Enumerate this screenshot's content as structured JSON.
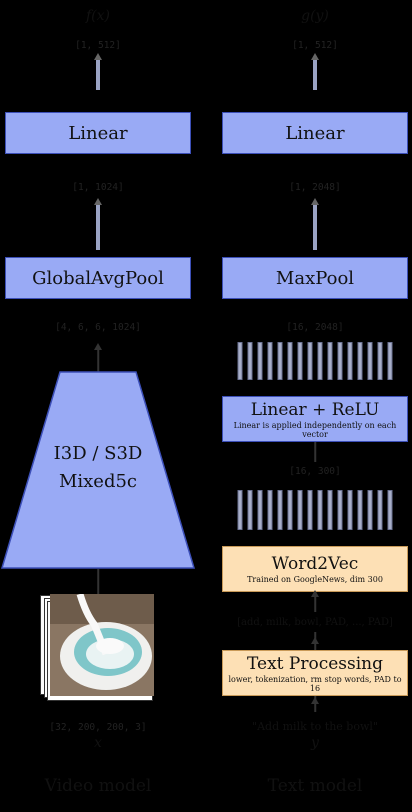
{
  "video_model": {
    "output_fn": "f(x)",
    "output_shape": "[1, 512]",
    "linear_label": "Linear",
    "after_pool_shape": "[1, 1024]",
    "pool_label": "GlobalAvgPool",
    "backbone_out_shape": "[4, 6, 6, 1024]",
    "backbone_line1": "I3D / S3D",
    "backbone_line2": "Mixed5c",
    "input_shape": "[32, 200, 200, 3]",
    "input_var": "x",
    "footer": "Video model"
  },
  "text_model": {
    "output_fn": "g(y)",
    "output_shape": "[1, 512]",
    "linear_label": "Linear",
    "after_pool_shape": "[1, 2048]",
    "pool_label": "MaxPool",
    "after_relu_shape": "[16, 2048]",
    "relu_label": "Linear + ReLU",
    "relu_sub": "Linear is applied independently on each vector",
    "w2v_shape": "[16, 300]",
    "w2v_label": "Word2Vec",
    "w2v_sub": "Trained on GoogleNews, dim 300",
    "tokens": "[add, milk, bowl, PAD, ..., PAD]",
    "tp_label": "Text Processing",
    "tp_sub": "lower, tokenization, rm stop words, PAD to 16",
    "input_text": "\"Add milk to the bowl\"",
    "input_var": "y",
    "footer": "Text model"
  },
  "colors": {
    "block_fill": "#99aaf5",
    "block_border": "#3c4fb8",
    "text_block_fill": "#fde0b5",
    "background": "#000000"
  }
}
